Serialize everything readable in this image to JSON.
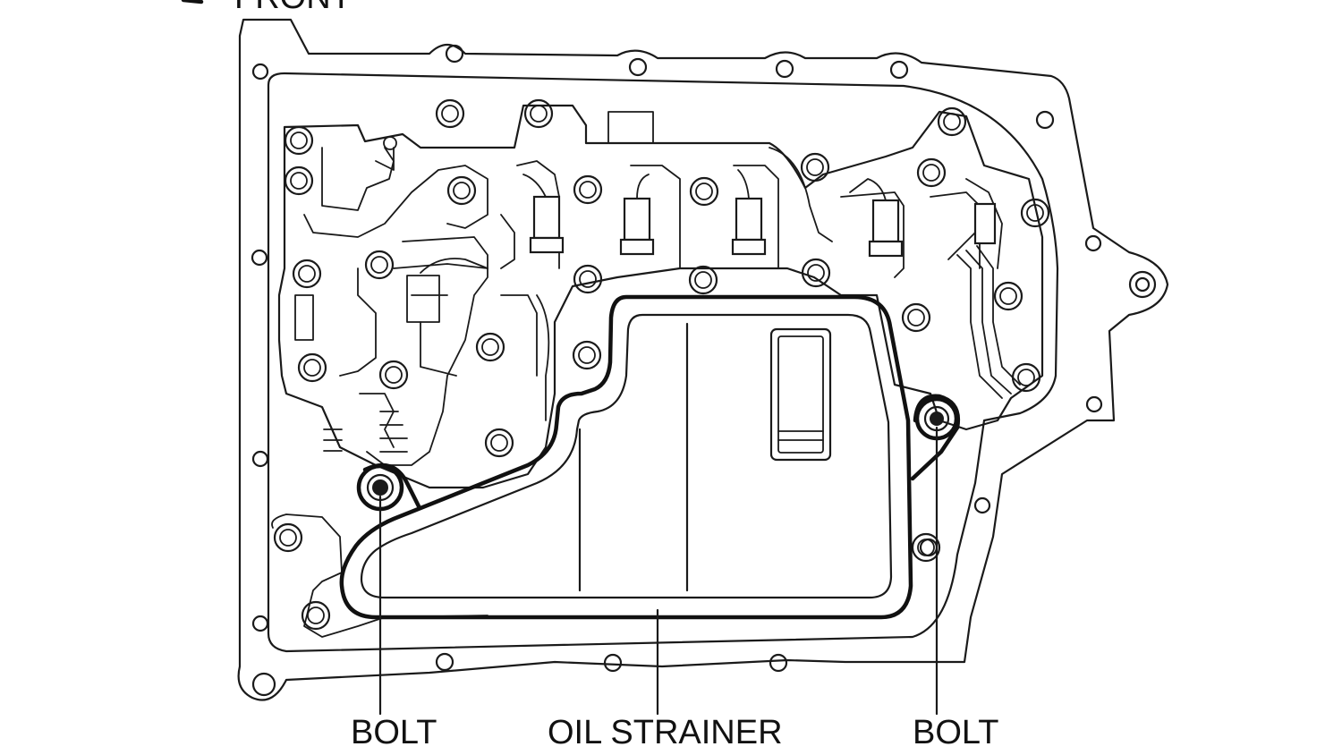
{
  "labels": {
    "bolt_left": "BOLT",
    "oil_strainer": "OIL STRAINER",
    "bolt_right": "BOLT",
    "front": "FRONT"
  },
  "colors": {
    "line": "#1a1a1a",
    "background": "#ffffff"
  },
  "icons": {
    "front_arrow": "arrow-left-icon"
  }
}
